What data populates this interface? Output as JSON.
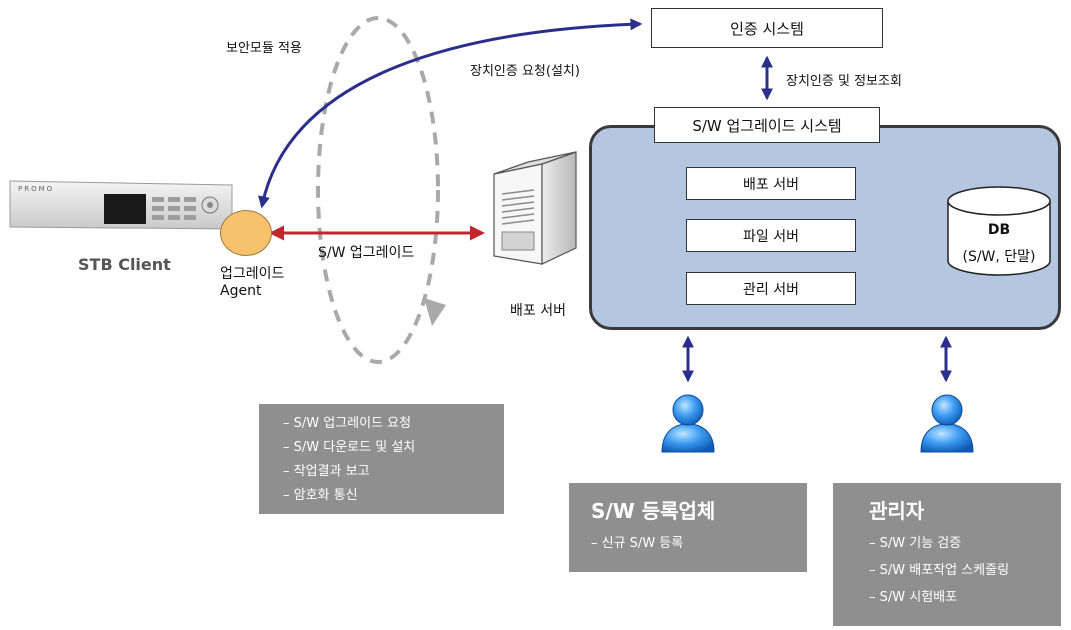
{
  "auth_system": "인증 시스템",
  "sw_upgrade_system": "S/W 업그레이드 시스템",
  "labels": {
    "security_module": "보안모듈 적용",
    "device_auth_request": "장치인증 요청(설치)",
    "device_auth_info": "장치인증 및 정보조회",
    "sw_upgrade": "S/W 업그레이드",
    "agent_line1": "업그레이드",
    "agent_line2": "Agent",
    "stb_client": "STB Client",
    "distribution_server_caption": "배포 서버",
    "stb_brand": "PROMO"
  },
  "servers": {
    "distribution": "배포 서버",
    "file": "파일 서버",
    "management": "관리 서버"
  },
  "db": {
    "title": "DB",
    "subtitle": "(S/W, 단말)"
  },
  "agent_tasks": [
    "– S/W 업그레이드 요청",
    "– S/W 다운로드 및 설치",
    "– 작업결과 보고",
    "– 암호화 통신"
  ],
  "vendor": {
    "title": "S/W 등록업체",
    "items": [
      "– 신규 S/W 등록"
    ]
  },
  "admin": {
    "title": "관리자",
    "items": [
      "– S/W 기능 검증",
      "– S/W 배포작업 스케줄링",
      "– S/W 시험배포"
    ]
  },
  "colors": {
    "panel_fill": "#b4c6e0",
    "red_arrow": "#c0272d",
    "blue_arrow": "#2b2f8c",
    "gray_box": "#8f8f8f",
    "agent_fill": "#f7c16e"
  }
}
